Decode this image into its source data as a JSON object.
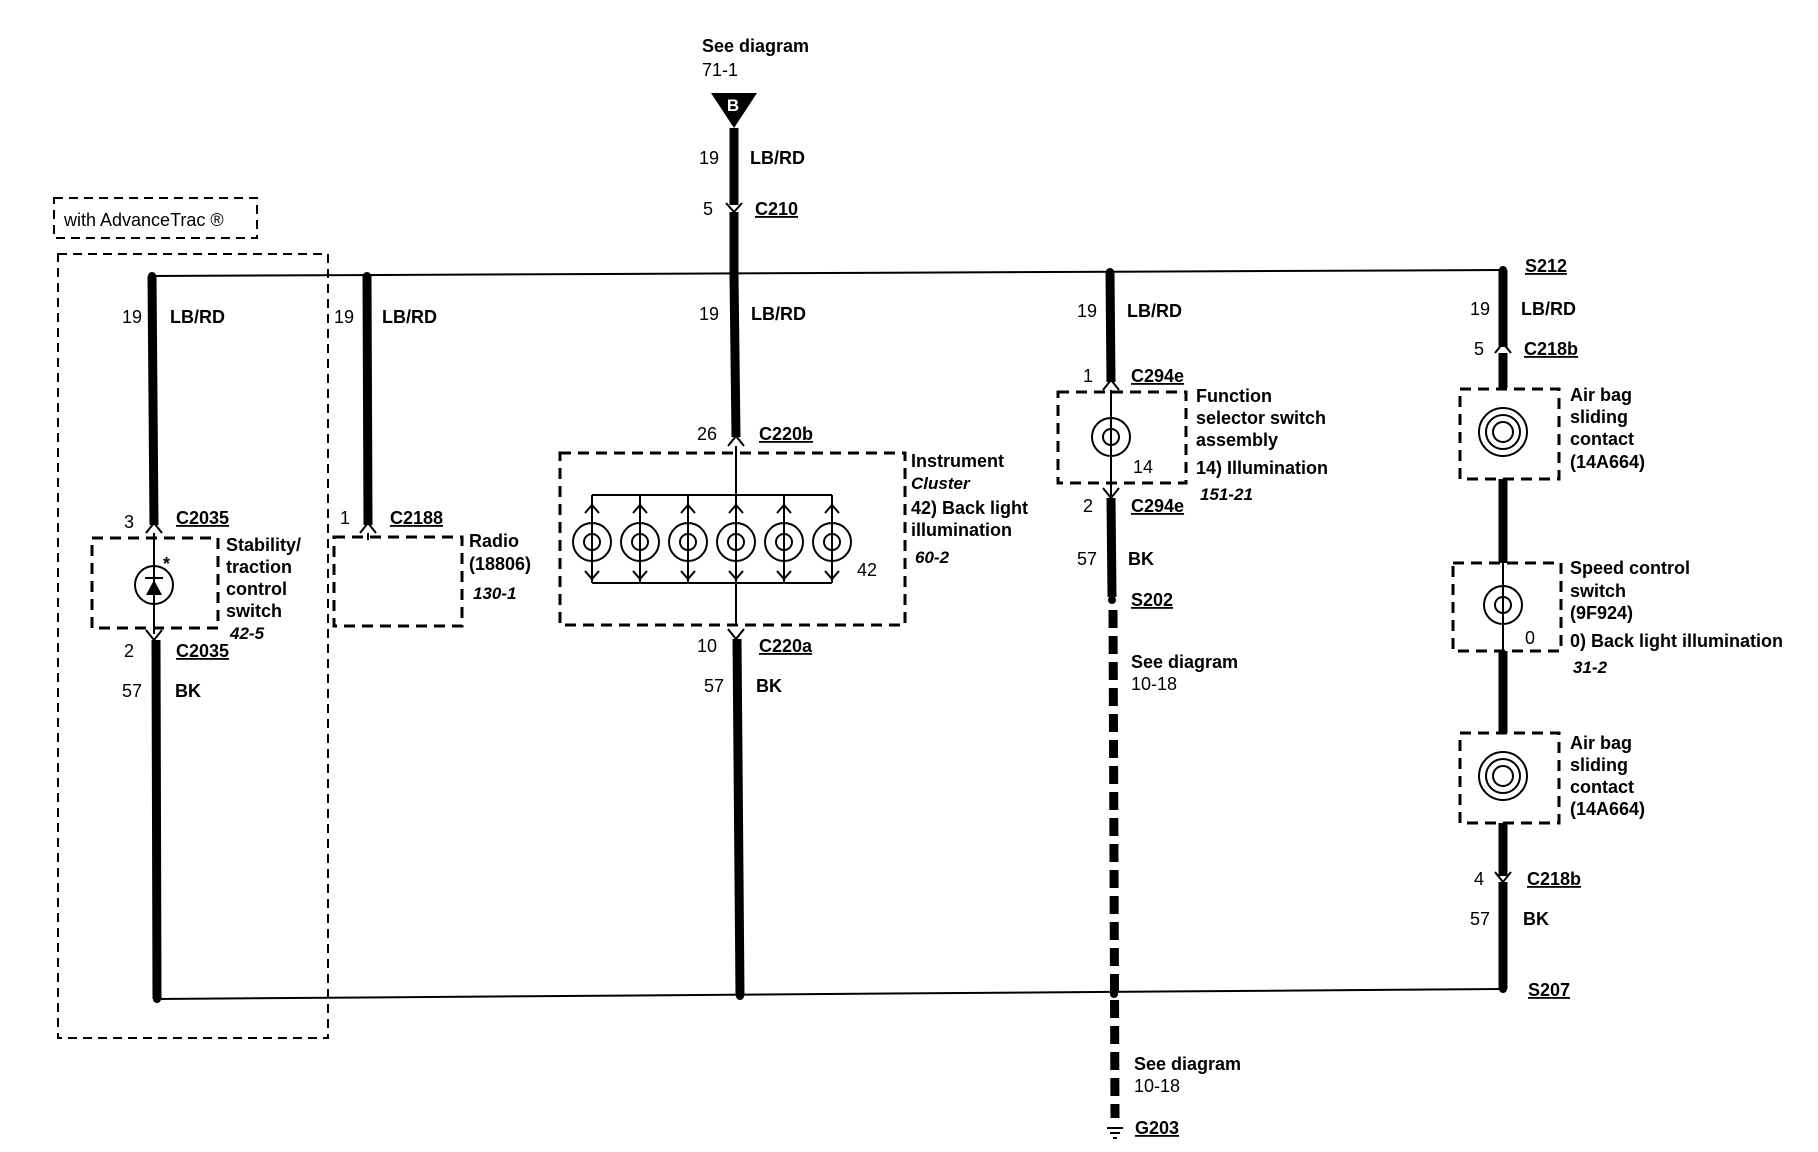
{
  "top_ref": {
    "see": "See diagram",
    "page": "71-1",
    "connector_letter": "B"
  },
  "advancetrac_label": "with AdvanceTrac ®",
  "wires": {
    "num_19": "19",
    "lbrd": "LB/RD",
    "num_57": "57",
    "bk": "BK"
  },
  "c210": {
    "pin": "5",
    "name": "C210"
  },
  "s212": "S212",
  "s207": "S207",
  "stability": {
    "top_pin": "3",
    "top_conn": "C2035",
    "bottom_pin": "2",
    "bottom_conn": "C2035",
    "lines": [
      "Stability/",
      "traction",
      "control",
      "switch"
    ],
    "ref": "42-5"
  },
  "radio": {
    "pin": "1",
    "conn": "C2188",
    "lines": [
      "Radio",
      "(18806)"
    ],
    "ref": "130-1"
  },
  "cluster": {
    "top_pin": "26",
    "top_conn": "C220b",
    "bottom_pin": "10",
    "bottom_conn": "C220a",
    "inner_pin": "42",
    "lines": [
      "Instrument",
      "Cluster",
      "42) Back light",
      "illumination"
    ],
    "ref": "60-2"
  },
  "function_switch": {
    "top_pin": "1",
    "top_conn": "C294e",
    "bottom_pin": "2",
    "bottom_conn": "C294e",
    "inner_pin": "14",
    "lines": [
      "Function",
      "selector switch",
      "assembly",
      "14) Illumination"
    ],
    "ref": "151-21"
  },
  "s202": "S202",
  "see_10_18_a": {
    "see": "See diagram",
    "page": "10-18"
  },
  "see_10_18_b": {
    "see": "See diagram",
    "page": "10-18"
  },
  "g203": "G203",
  "c218b_top": {
    "pin": "5",
    "name": "C218b"
  },
  "c218b_bottom": {
    "pin": "4",
    "name": "C218b"
  },
  "airbag_top": {
    "lines": [
      "Air bag",
      "sliding",
      "contact",
      "(14A664)"
    ]
  },
  "speed_control": {
    "inner_pin": "0",
    "lines": [
      "Speed control",
      "switch",
      "(9F924)",
      "0) Back light illumination"
    ],
    "ref": "31-2"
  },
  "airbag_bottom": {
    "lines": [
      "Air bag",
      "sliding",
      "contact",
      "(14A664)"
    ]
  }
}
